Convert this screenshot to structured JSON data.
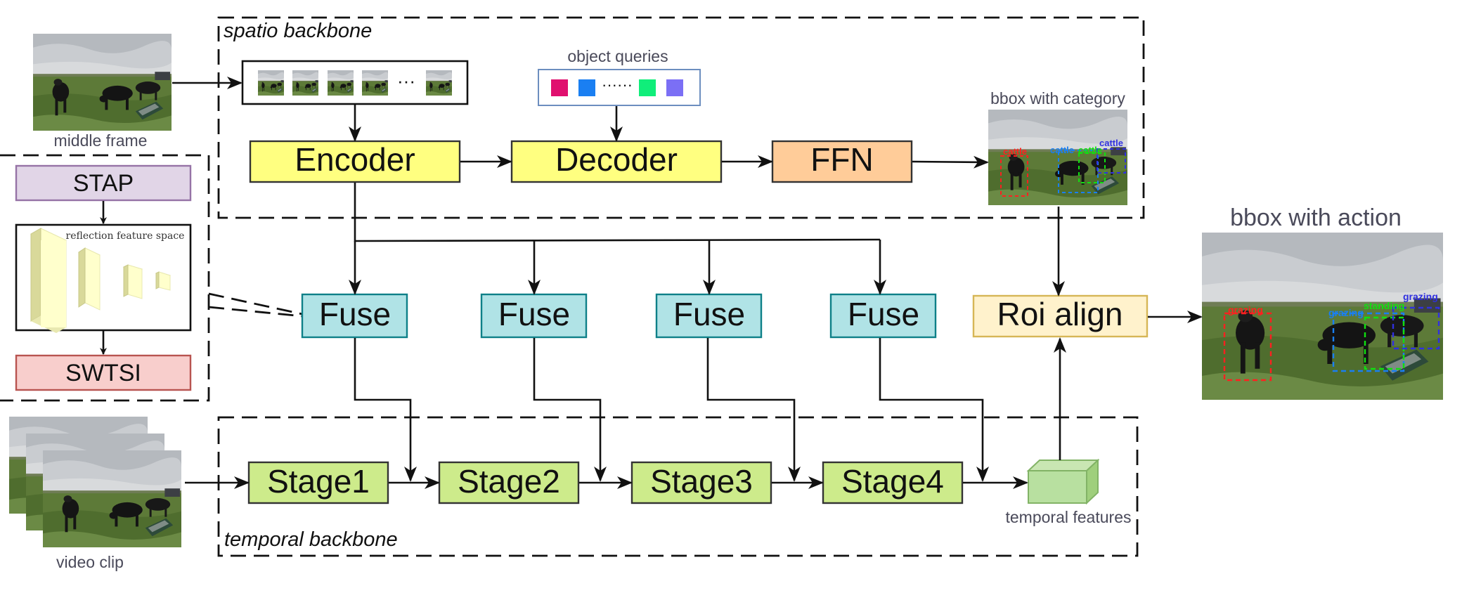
{
  "groups": {
    "spatio_backbone": "spatio backbone",
    "temporal_backbone": "temporal backbone"
  },
  "inputs": {
    "middle_frame": "middle frame",
    "video_clip": "video clip",
    "frame_ellipsis": "···"
  },
  "query_block": {
    "title": "object queries",
    "ellipsis": "······",
    "colors": [
      "#e0106f",
      "#1a7ff2",
      "#10ee7a",
      "#7b6ff5"
    ]
  },
  "modules": {
    "encoder": "Encoder",
    "decoder": "Decoder",
    "ffn": "FFN",
    "fuse": [
      "Fuse",
      "Fuse",
      "Fuse",
      "Fuse"
    ],
    "roi_align": "Roi align",
    "stages": [
      "Stage1",
      "Stage2",
      "Stage3",
      "Stage4"
    ],
    "stap": "STAP",
    "swtsi": "SWTSI",
    "reflection_space": "reflection feature space"
  },
  "outputs": {
    "bbox_with_category": "bbox with category",
    "bbox_with_action": "bbox with action",
    "temporal_features": "temporal features",
    "category_labels": [
      "cattle",
      "cattle",
      "cattle",
      "cattle"
    ],
    "action_labels": [
      "grazing",
      "grazing",
      "standing",
      "grazing"
    ]
  },
  "colors": {
    "encoder_fill": "#ffff80",
    "ffn_fill": "#ffcc99",
    "fuse_fill": "#b0e3e6",
    "fuse_stroke": "#0e8088",
    "stage_fill": "#cdeb8b",
    "roi_fill": "#fff2cc",
    "roi_stroke": "#d6b656",
    "stap_fill": "#e1d5e7",
    "stap_stroke": "#9673a6",
    "swtsi_fill": "#f8cecc",
    "swtsi_stroke": "#b85450",
    "query_stroke": "#6c8ebf"
  }
}
